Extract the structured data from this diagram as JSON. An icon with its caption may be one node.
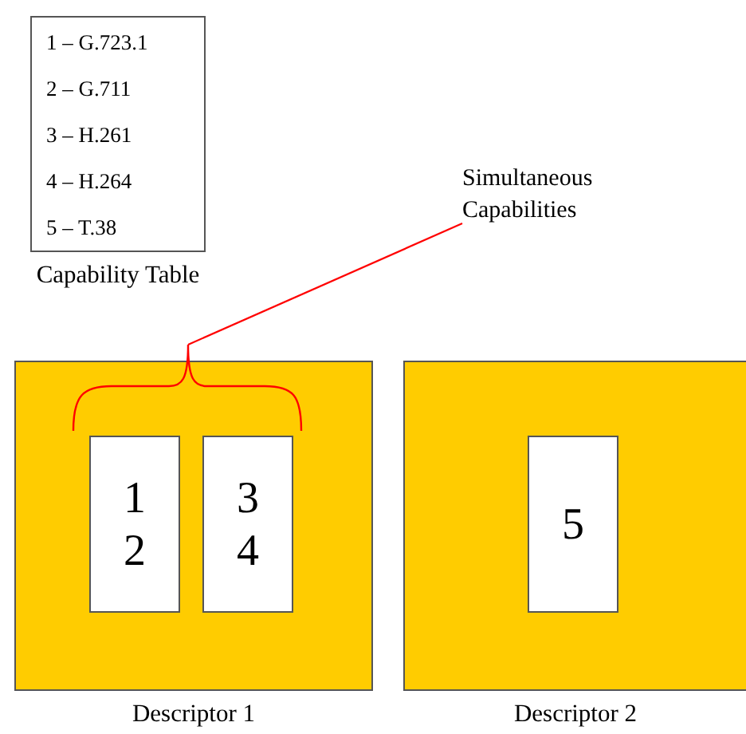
{
  "diagram": {
    "nodes": [
      {
        "text": [
          "1 – G.723.1",
          "2 – G.711",
          "3 – H.261",
          "4 – H.264",
          "5 – T.38"
        ],
        "beside": [
          "Capability Table"
        ]
      },
      {
        "text": [
          "Simultaneous Capabilities"
        ]
      },
      {
        "text": [],
        "shape": "box",
        "beside": [
          "Descriptor 1"
        ]
      },
      {
        "text": [
          "1",
          "2"
        ],
        "in": 2
      },
      {
        "text": [
          "3",
          "4"
        ],
        "in": 2
      },
      {
        "text": [],
        "shape": "box",
        "beside": [
          "Descriptor 2"
        ]
      },
      {
        "text": [
          "5"
        ],
        "in": 5
      }
    ],
    "edges": [
      {
        "from": 1,
        "to": 2,
        "arrow": "none",
        "color": "#ff0000"
      }
    ]
  }
}
